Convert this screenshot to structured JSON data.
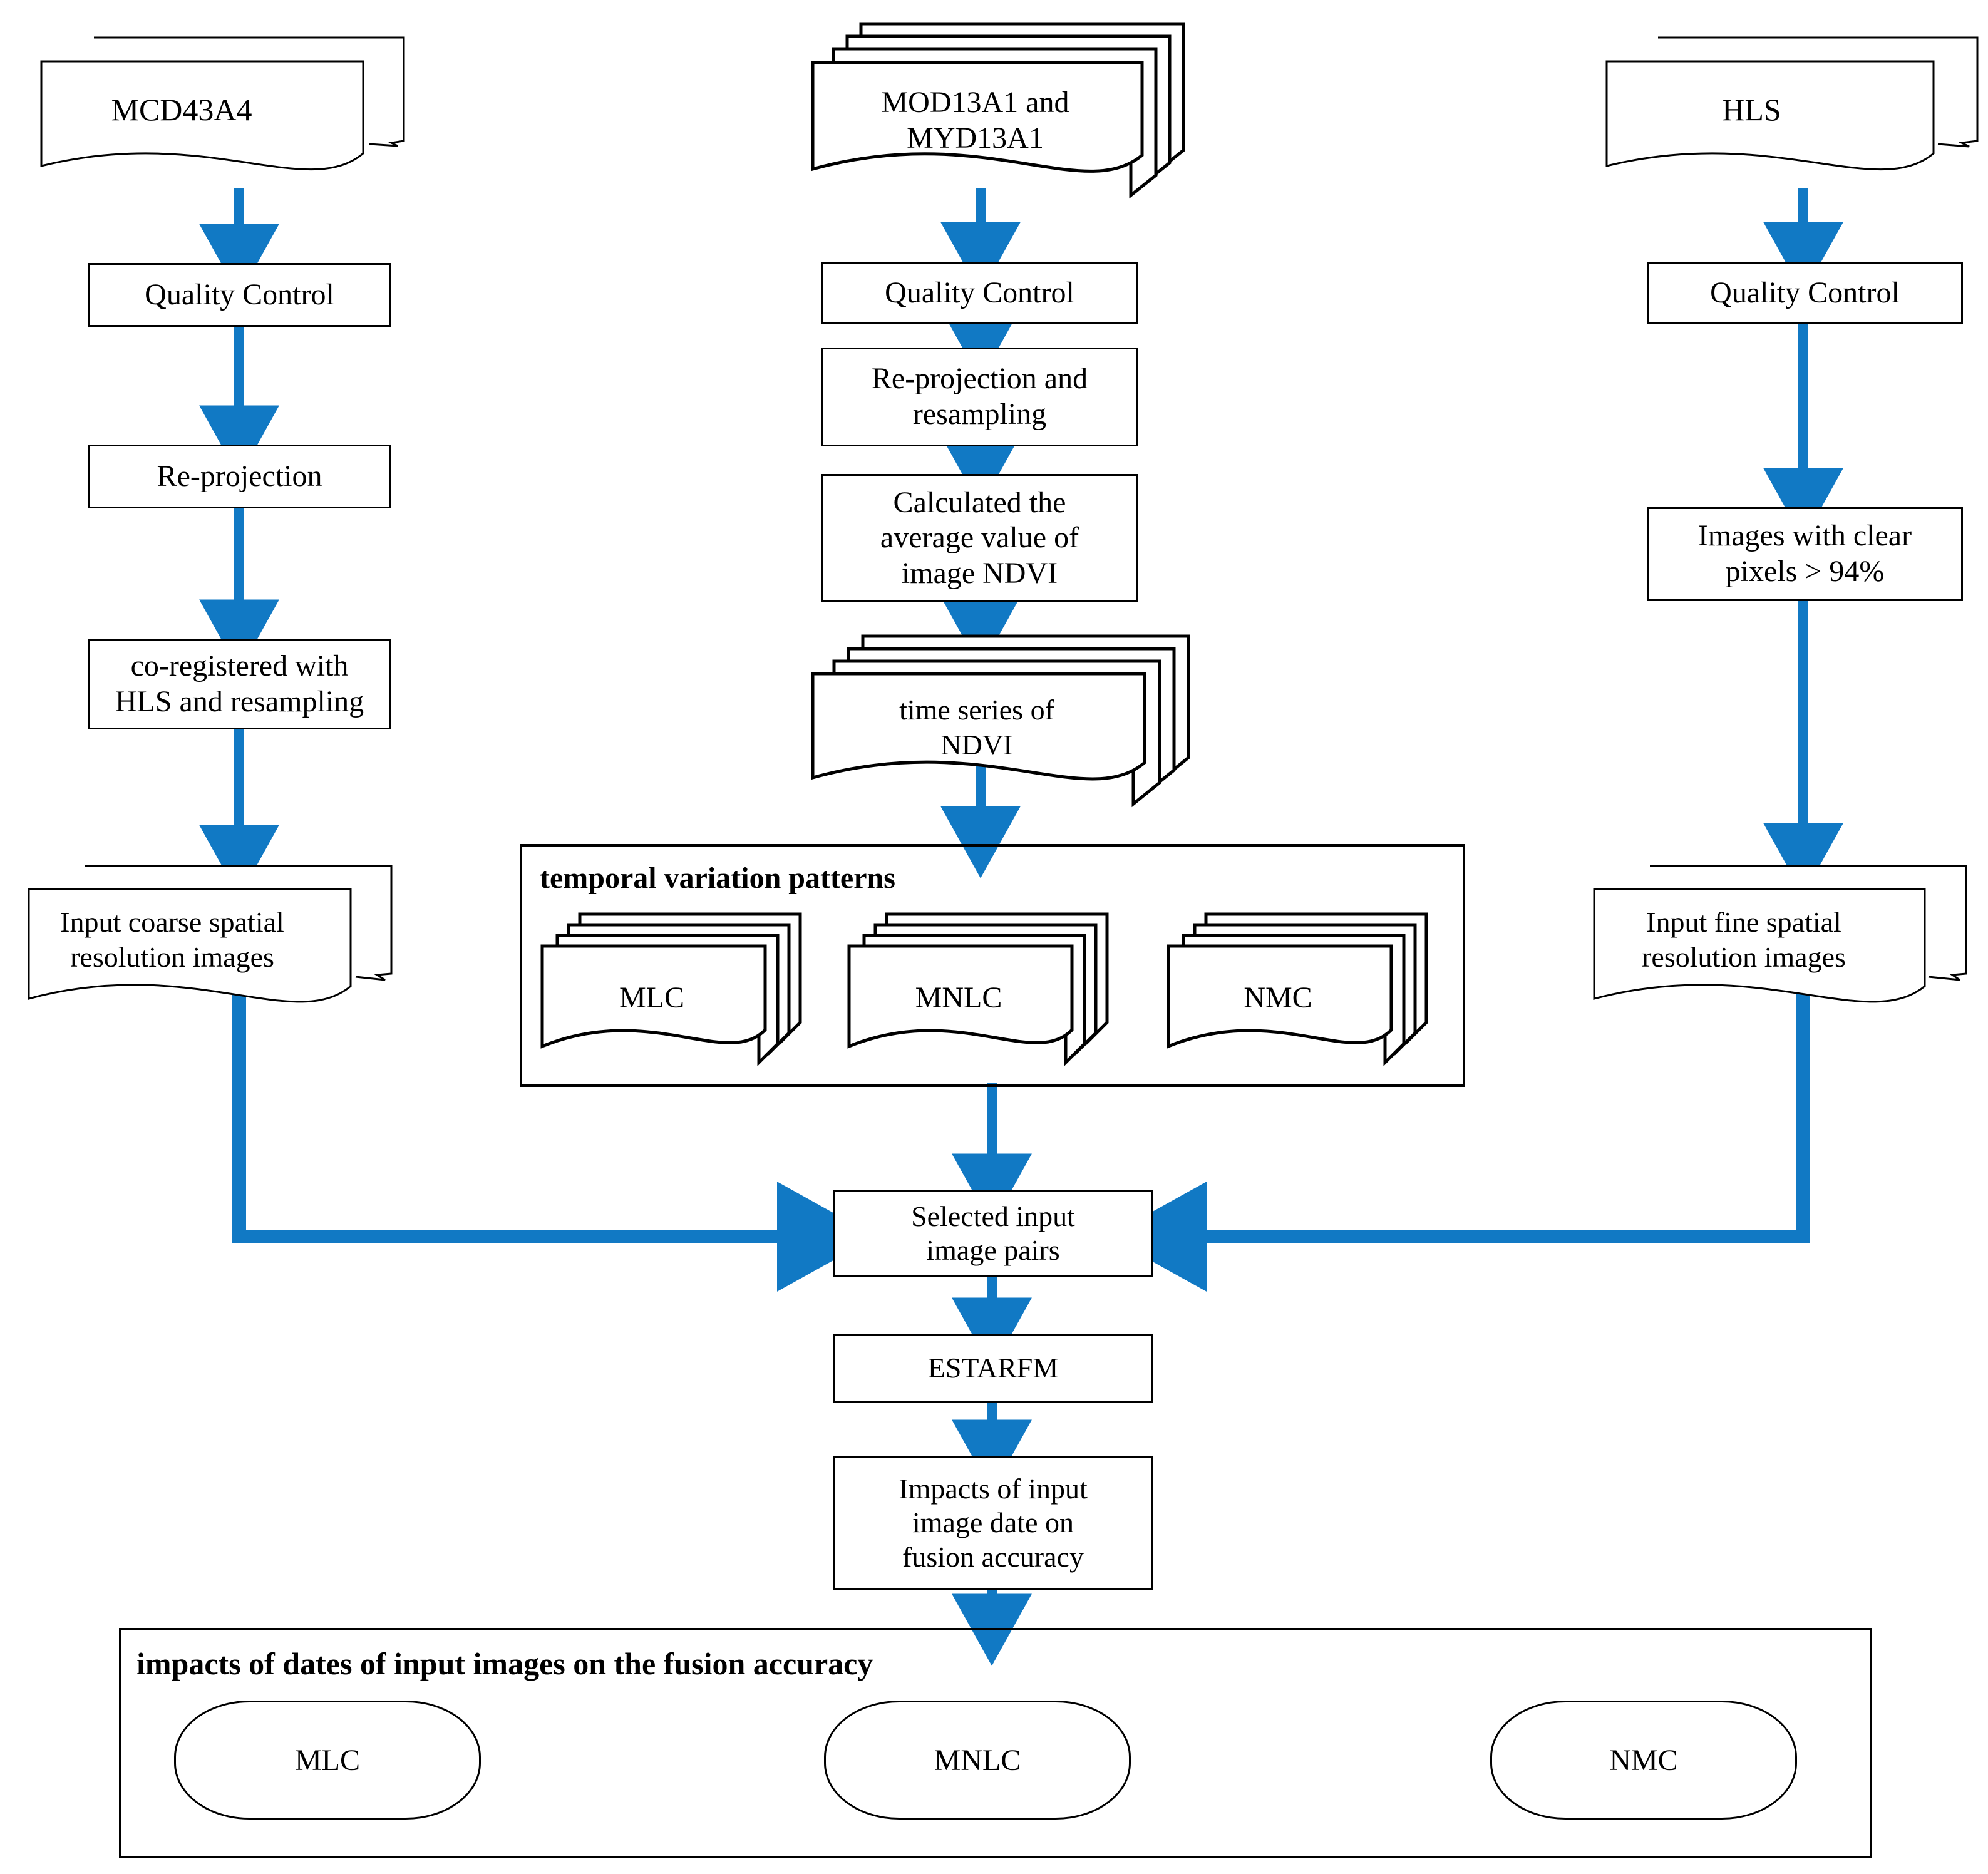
{
  "theme": {
    "arrow_color": "#1179C4",
    "line_color": "#000000",
    "background": "#ffffff"
  },
  "title": "Flowchart of image fusion workflow",
  "columns": {
    "left": {
      "source": "MCD43A4",
      "steps": [
        "Quality Control",
        "Re-projection",
        "co-registered with HLS and resampling"
      ],
      "output": "Input coarse spatial resolution images"
    },
    "middle": {
      "source": "MOD13A1 and MYD13A1",
      "steps": [
        "Quality Control",
        "Re-projection and resampling",
        "Calculated the average value of image NDVI"
      ],
      "output": "time series of NDVI"
    },
    "right": {
      "source": "HLS",
      "steps": [
        "Quality Control",
        "Images with clear pixels > 94%"
      ],
      "output": "Input fine spatial resolution images"
    }
  },
  "temporal_group": {
    "title": "temporal variation patterns",
    "items": [
      "MLC",
      "MNLC",
      "NMC"
    ]
  },
  "pipeline": {
    "selected_pairs": "Selected input image pairs",
    "algorithm": "ESTARFM",
    "impacts": "Impacts of input image date on fusion accuracy"
  },
  "results_group": {
    "title": "impacts of dates of input images on the fusion accuracy",
    "items": [
      "MLC",
      "MNLC",
      "NMC"
    ]
  },
  "labels": {
    "left_source_line1": "MCD43A4",
    "mid_source_line1": "MOD13A1 and",
    "mid_source_line2": "MYD13A1",
    "right_source_line1": "HLS",
    "left_step1": "Quality Control",
    "left_step2": "Re-projection",
    "left_step3_line1": "co-registered with",
    "left_step3_line2": "HLS and resampling",
    "left_out_line1": "Input coarse spatial",
    "left_out_line2": "resolution images",
    "mid_step1": "Quality Control",
    "mid_step2_line1": "Re-projection and",
    "mid_step2_line2": "resampling",
    "mid_step3_line1": "Calculated the",
    "mid_step3_line2": "average value of",
    "mid_step3_line3": "image NDVI",
    "mid_out_line1": "time series of",
    "mid_out_line2": "NDVI",
    "right_step1": "Quality Control",
    "right_step2_line1": "Images with clear",
    "right_step2_line2": "pixels > 94%",
    "right_out_line1": "Input fine spatial",
    "right_out_line2": "resolution images",
    "sel_line1": "Selected input",
    "sel_line2": "image pairs",
    "estarfm": "ESTARFM",
    "imp_line1": "Impacts of input",
    "imp_line2": "image date on",
    "imp_line3": "fusion accuracy",
    "tvp_title": "temporal variation patterns",
    "tvp_mlc": "MLC",
    "tvp_mnlc": "MNLC",
    "tvp_nmc": "NMC",
    "res_title": "impacts of dates of input images on the fusion accuracy",
    "res_mlc": "MLC",
    "res_mnlc": "MNLC",
    "res_nmc": "NMC"
  }
}
